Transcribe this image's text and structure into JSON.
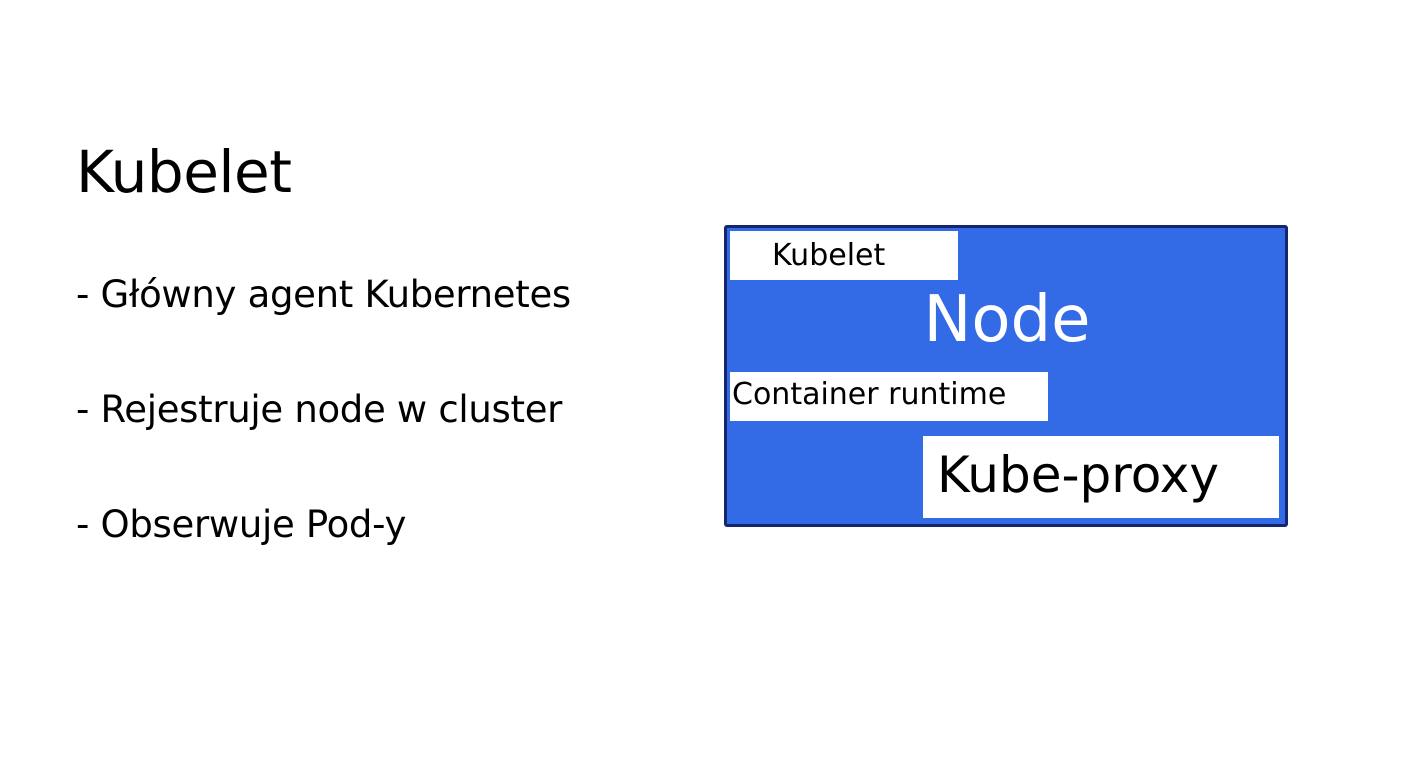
{
  "slide": {
    "title": "Kubelet",
    "bullets": [
      "- Główny agent Kubernetes",
      "- Rejestruje node w cluster",
      "- Obserwuje Pod-y"
    ]
  },
  "diagram": {
    "node_label": "Node",
    "components": {
      "kubelet": "Kubelet",
      "container_runtime": "Container runtime",
      "kube_proxy": "Kube-proxy"
    },
    "colors": {
      "node_fill": "#336ae6",
      "node_border": "#15256e",
      "component_fill": "#ffffff"
    }
  }
}
